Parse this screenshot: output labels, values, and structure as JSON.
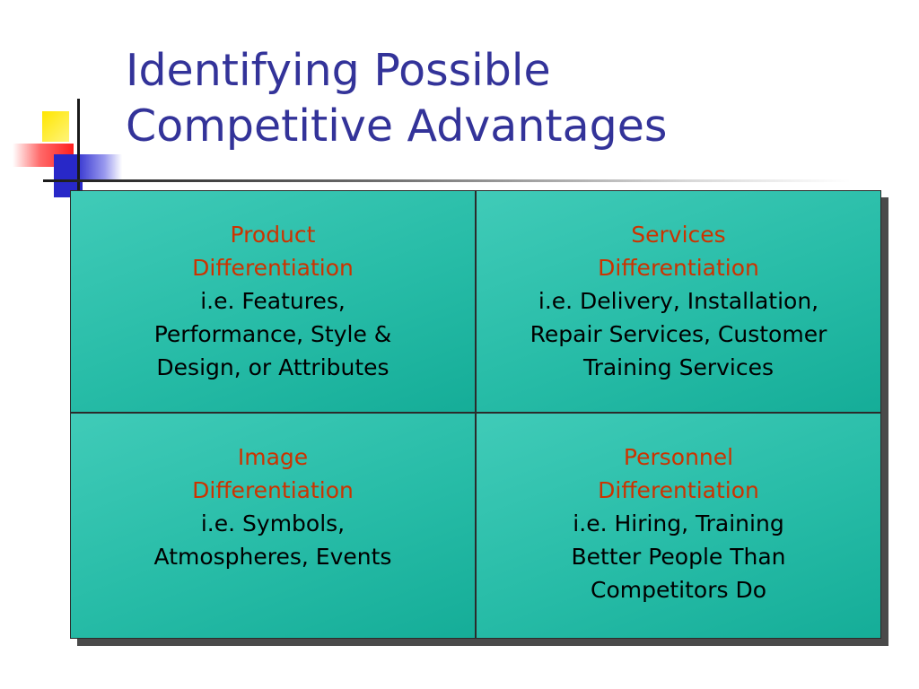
{
  "slide": {
    "title_lines": [
      "Identifying Possible",
      "Competitive Advantages"
    ],
    "colors": {
      "title": "#333399",
      "heading": "#cc3300",
      "body": "#000000",
      "cell_fill": "#27bca7",
      "shadow": "#4a4a4a"
    },
    "cells": [
      {
        "heading": [
          "Product",
          "Differentiation"
        ],
        "description": [
          "i.e. Features,",
          "Performance, Style &",
          "Design, or Attributes"
        ]
      },
      {
        "heading": [
          "Services",
          "Differentiation"
        ],
        "description": [
          "i.e. Delivery, Installation,",
          "Repair Services, Customer",
          "Training Services"
        ]
      },
      {
        "heading": [
          "Image",
          "Differentiation"
        ],
        "description": [
          "i.e. Symbols,",
          "Atmospheres, Events"
        ]
      },
      {
        "heading": [
          "Personnel",
          "Differentiation"
        ],
        "description": [
          "i.e. Hiring, Training",
          "Better People Than",
          "Competitors Do"
        ]
      }
    ]
  }
}
